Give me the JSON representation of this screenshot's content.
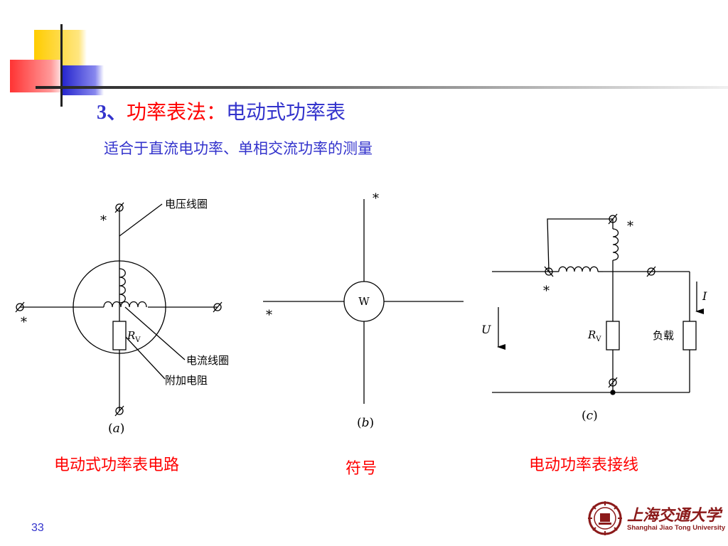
{
  "slide": {
    "title_num": "3、",
    "title_red": "功率表法：",
    "title_blue": "电动式功率表",
    "subtitle": "适合于直流电功率、单相交流功率的测量",
    "page_number": "33"
  },
  "figure_a": {
    "voltage_coil_label": "电压线圈",
    "current_coil_label": "电流线圈",
    "extra_resistor_label": "附加电阻",
    "resistor_label": "R",
    "resistor_sub": "V",
    "star": "*",
    "caption_paren_open": "(",
    "caption_letter": "a",
    "caption_paren_close": ")",
    "caption_red": "电动式功率表电路"
  },
  "figure_b": {
    "meter_label": "W",
    "star": "*",
    "caption_paren_open": "(",
    "caption_letter": "b",
    "caption_paren_close": ")",
    "caption_red": "符号"
  },
  "figure_c": {
    "star": "*",
    "voltage_label": "U",
    "current_label": "I",
    "resistor_label": "R",
    "resistor_sub": "V",
    "load_label": "负载",
    "caption_paren_open": "(",
    "caption_letter": "c",
    "caption_paren_close": ")",
    "caption_red": "电动功率表接线"
  },
  "logo": {
    "name_cn": "上海交通大学",
    "name_en": "Shanghai Jiao Tong University"
  },
  "colors": {
    "accent_blue": "#3333cc",
    "accent_red": "#ff0000",
    "deco_yellow": "#ffd700",
    "logo_red": "#8b1a1a"
  }
}
